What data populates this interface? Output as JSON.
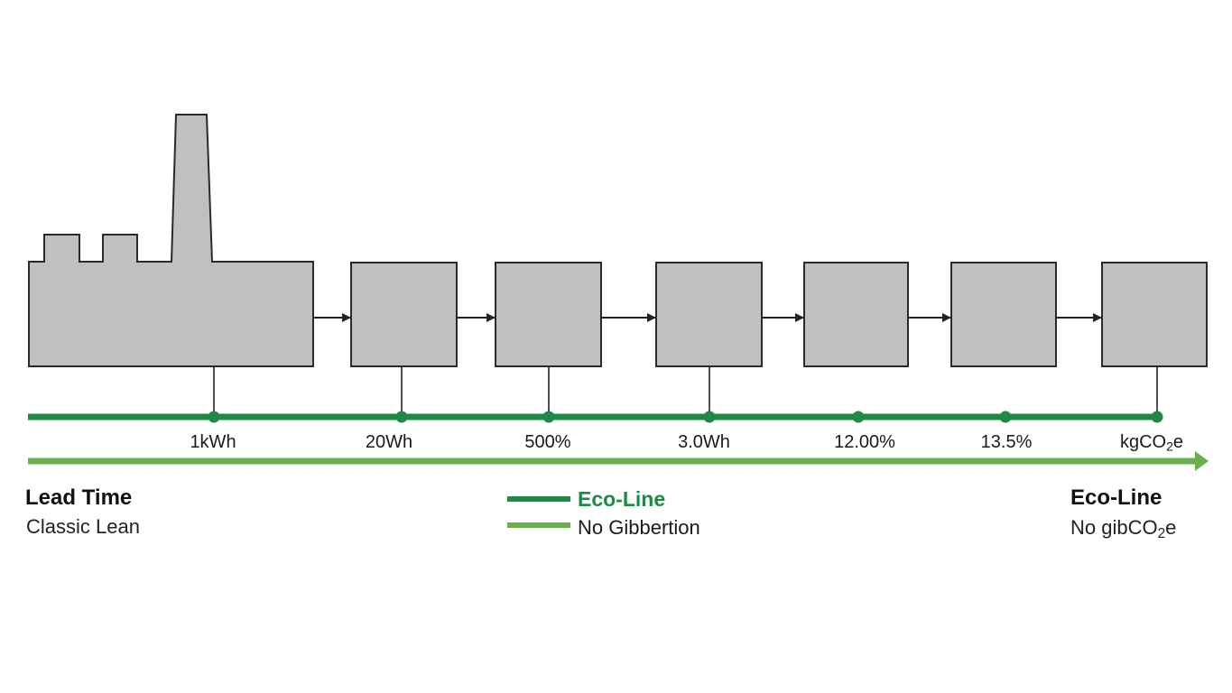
{
  "colors": {
    "background": "#ffffff",
    "process_fill": "#c0c0c0",
    "process_stroke": "#2a2a2a",
    "eco_line": "#1e8a44",
    "baseline_line": "#6ab04c",
    "text": "#111111"
  },
  "diagram": {
    "type": "value-stream-map",
    "nodes": [
      {
        "id": "factory",
        "shape": "factory-icon"
      },
      {
        "id": "process-1",
        "shape": "box"
      },
      {
        "id": "process-2",
        "shape": "box"
      },
      {
        "id": "process-3",
        "shape": "box"
      },
      {
        "id": "process-4",
        "shape": "box"
      },
      {
        "id": "process-5",
        "shape": "box"
      },
      {
        "id": "process-6",
        "shape": "box"
      }
    ],
    "edges": [
      {
        "from": "factory",
        "to": "process-1"
      },
      {
        "from": "process-1",
        "to": "process-2"
      },
      {
        "from": "process-2",
        "to": "process-3"
      },
      {
        "from": "process-3",
        "to": "process-4"
      },
      {
        "from": "process-4",
        "to": "process-5"
      },
      {
        "from": "process-5",
        "to": "process-6"
      }
    ]
  },
  "metrics": [
    {
      "label": "1kWh"
    },
    {
      "label": "20Wh"
    },
    {
      "label": "500%"
    },
    {
      "label": "3.0Wh"
    },
    {
      "label": "12.00%"
    },
    {
      "label": "13.5%"
    },
    {
      "label_prefix": "kgCO",
      "label_sub": "2",
      "label_suffix": "e"
    }
  ],
  "left_caption": {
    "title": "Lead Time",
    "subtitle": "Classic Lean"
  },
  "legend": {
    "items": [
      {
        "label": "Eco-Line",
        "color": "#1e8a44"
      },
      {
        "label": "No Gibbertion",
        "color": "#6ab04c"
      }
    ]
  },
  "right_caption": {
    "title": "Eco-Line",
    "subtitle_prefix": "No gibCO",
    "subtitle_sub": "2",
    "subtitle_suffix": "e"
  }
}
